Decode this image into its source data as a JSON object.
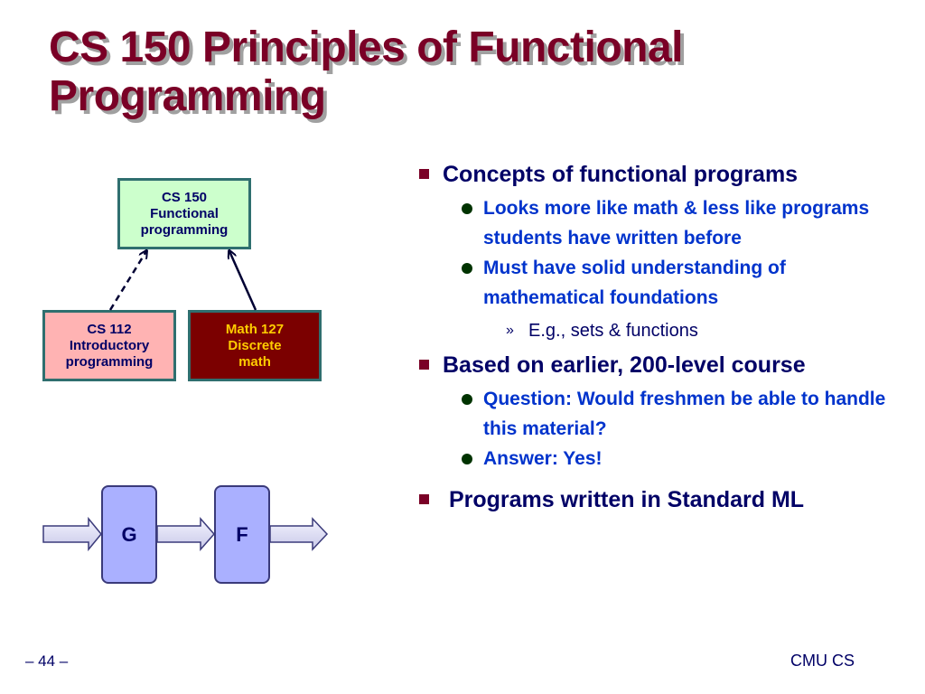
{
  "slide": {
    "title": "CS 150 Principles of Functional Programming"
  },
  "diagram": {
    "cs150": [
      "CS 150",
      "Functional",
      "programming"
    ],
    "cs112": [
      "CS 112",
      "Introductory",
      "programming"
    ],
    "math127": [
      "Math 127",
      "Discrete",
      "math"
    ],
    "g_label": "G",
    "f_label": "F"
  },
  "bullets": {
    "b1": "Concepts of functional programs",
    "b1_1": "Looks more like math & less like programs students have written before",
    "b1_2": "Must have solid understanding of mathematical foundations",
    "b1_2_1_marker": "»",
    "b1_2_1": "E.g., sets & functions",
    "b2": "Based on earlier, 200-level course",
    "b2_1": "Question: Would freshmen be able to handle this material?",
    "b2_2": "Answer: Yes!",
    "b3": " Programs written in Standard ML"
  },
  "footer": {
    "page": "– 44 –",
    "org": "CMU CS"
  },
  "colors": {
    "title": "#7a0026",
    "text_dark": "#000066",
    "text_blue": "#0033cc",
    "cs150_fill": "#ccffcc",
    "cs112_fill": "#ffb3b3",
    "math127_fill": "#7b0000",
    "math127_text": "#ffcc00",
    "gf_fill": "#aab0ff"
  }
}
